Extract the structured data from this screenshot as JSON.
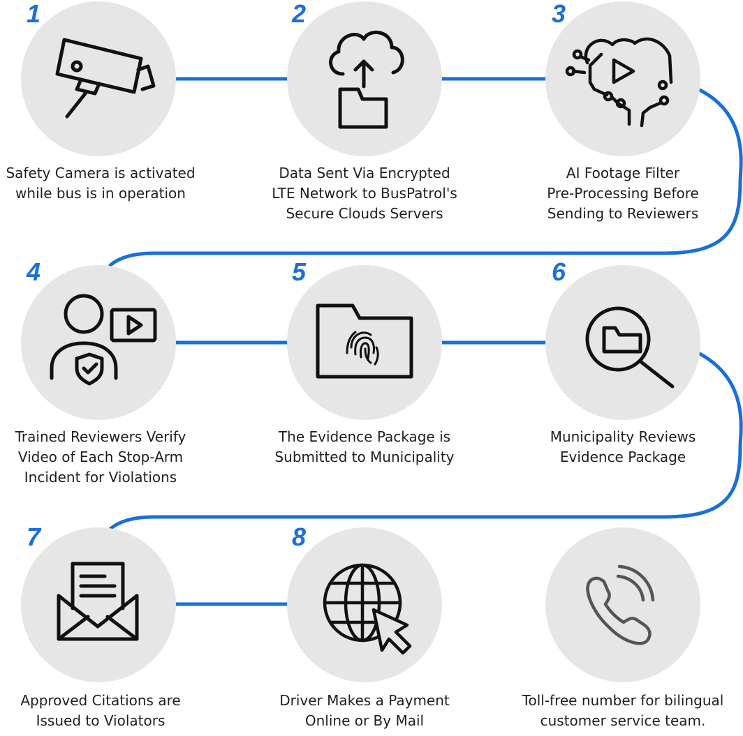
{
  "accent_color": "#1a6fd8",
  "circle_color": "#e6e6e6",
  "steps": [
    {
      "number": "1",
      "icon": "security-camera-icon",
      "caption": [
        "Safety Camera is activated",
        "while bus is in operation"
      ]
    },
    {
      "number": "2",
      "icon": "cloud-upload-folder-icon",
      "caption": [
        "Data Sent Via Encrypted",
        "LTE Network to BusPatrol's",
        "Secure Clouds Servers"
      ]
    },
    {
      "number": "3",
      "icon": "ai-brain-play-icon",
      "caption": [
        "AI Footage Filter",
        "Pre-Processing Before",
        "Sending to Reviewers"
      ]
    },
    {
      "number": "4",
      "icon": "reviewer-shield-video-icon",
      "caption": [
        "Trained Reviewers Verify",
        "Video of Each Stop-Arm",
        "Incident for Violations"
      ]
    },
    {
      "number": "5",
      "icon": "fingerprint-folder-icon",
      "caption": [
        "The Evidence Package is",
        "Submitted to Municipality"
      ]
    },
    {
      "number": "6",
      "icon": "folder-magnifier-icon",
      "caption": [
        "Municipality Reviews",
        "Evidence Package"
      ]
    },
    {
      "number": "7",
      "icon": "envelope-letter-icon",
      "caption": [
        "Approved Citations are",
        "Issued to Violators"
      ]
    },
    {
      "number": "8",
      "icon": "globe-cursor-icon",
      "caption": [
        "Driver Makes a Payment",
        "Online or By Mail"
      ]
    },
    {
      "number": "",
      "icon": "phone-ringing-icon",
      "caption": [
        "Toll-free number for bilingual",
        "customer service team."
      ]
    }
  ]
}
